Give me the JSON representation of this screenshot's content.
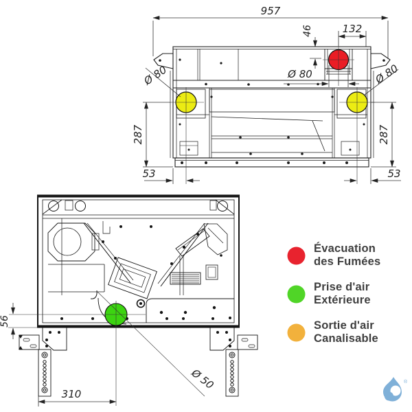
{
  "front_view": {
    "dims": {
      "overall_width": "957",
      "flue_offset_top": "46",
      "flue_offset_right": "132",
      "flue_diameter": "Ø 80",
      "duct_diameter_left": "Ø 80",
      "duct_diameter_right": "Ø 80",
      "height_left": "287",
      "height_right": "287",
      "inset_left": "53",
      "inset_right": "53"
    }
  },
  "top_view": {
    "dims": {
      "intake_offset_bottom": "56",
      "intake_offset_left": "310",
      "intake_diameter": "Ø 50"
    }
  },
  "legend": {
    "items": [
      {
        "line1": "Évacuation",
        "line2": "des Fumées",
        "color": "#e8232e"
      },
      {
        "line1": "Prise d'air",
        "line2": "Extérieure",
        "color": "#50d527"
      },
      {
        "line1": "Sortie d'air",
        "line2": "Canalisable",
        "color": "#f2b13c"
      }
    ]
  },
  "ports": {
    "flue_color": "#ea1d25",
    "duct_color": "#ecec13",
    "intake_color": "#3cd411"
  },
  "logo": {
    "mark": "®",
    "color": "#7fb0d8"
  }
}
